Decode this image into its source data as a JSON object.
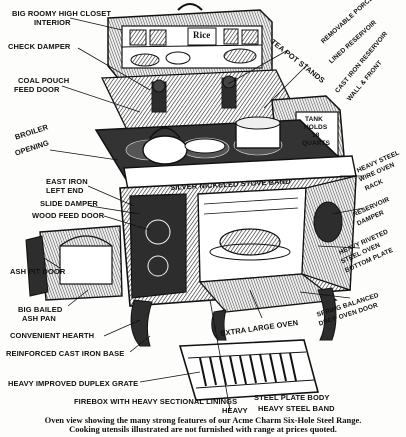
{
  "labels": {
    "closet": "BIG ROOMY HIGH CLOSET",
    "closet2": "INTERIOR",
    "check_damper": "CHECK DAMPER",
    "coal_pouch": "COAL POUCH",
    "feed_door": "FEED DOOR",
    "broiler": "BROILER",
    "opening": "OPENING",
    "east_iron": "EAST IRON",
    "left_end": "LEFT END",
    "slide_damper": "SLIDE DAMPER",
    "wood_feed": "WOOD FEED DOOR",
    "ash_pit": "ASH PIT DOOR",
    "big_bailed": "BIG BAILED",
    "ash_pan": "ASH PAN",
    "convenient_hearth": "CONVENIENT HEARTH",
    "reinforced": "REINFORCED CAST IRON BASE",
    "duplex_grate": "HEAVY IMPROVED DUPLEX GRATE",
    "firebox1": "FIREBOX WITH HEAVY SECTIONAL LININGS",
    "heavy": "HEAVY",
    "steel_plate_body": "STEEL PLATE BODY",
    "heavy_steel_band": "HEAVY STEEL BAND",
    "extra_large_oven": "EXTRA LARGE OVEN",
    "spring_balanced": "SPRING BALANCED",
    "drop_oven_door": "DROP OVEN DOOR",
    "heavy_riveted": "HEAVY RIVETED",
    "steel_oven": "STEEL OVEN",
    "bottom_plate": "BOTTOM PLATE",
    "reservoir": "RESERVOIR",
    "damper": "DAMPER",
    "heavy_steel": "HEAVY STEEL",
    "wire_oven": "WIRE OVEN",
    "rack": "RACK",
    "tank_holds": "TANK",
    "holds": "HOLDS",
    "qts": "18",
    "quarts": "QUARTS",
    "tea_pot": "TEA POT STANDS",
    "removable": "REMOVABLE PORCELAIN",
    "lined_reservoir": "LINED RESERVOIR",
    "cast_iron_reservoir": "CAST IRON RESERVOIR",
    "frame": "WALL & FRONT",
    "silver_band": "SILVER NICKELED STOVE BAND",
    "rice": "Rice"
  },
  "caption": {
    "line1": "Oven view showing the many strong features of our Acme Charm Six-Hole Steel Range.",
    "line2": "Cooking utensils illustrated are not furnished with range at prices quoted."
  }
}
